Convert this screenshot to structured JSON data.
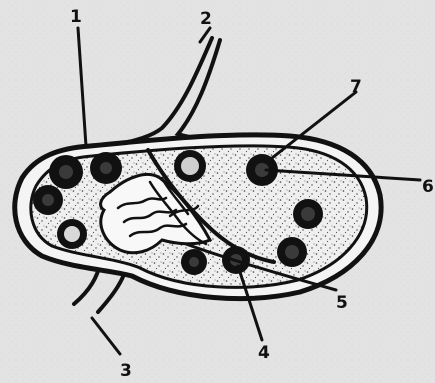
{
  "labels": {
    "l1": "1",
    "l2": "2",
    "l3": "3",
    "l4": "4",
    "l5": "5",
    "l6": "6",
    "l7": "7"
  },
  "colors": {
    "background": "#e3e3e3",
    "ink": "#111111",
    "capsule_fill": "#f4f4f4",
    "cortex_fill": "#ebebeb"
  }
}
